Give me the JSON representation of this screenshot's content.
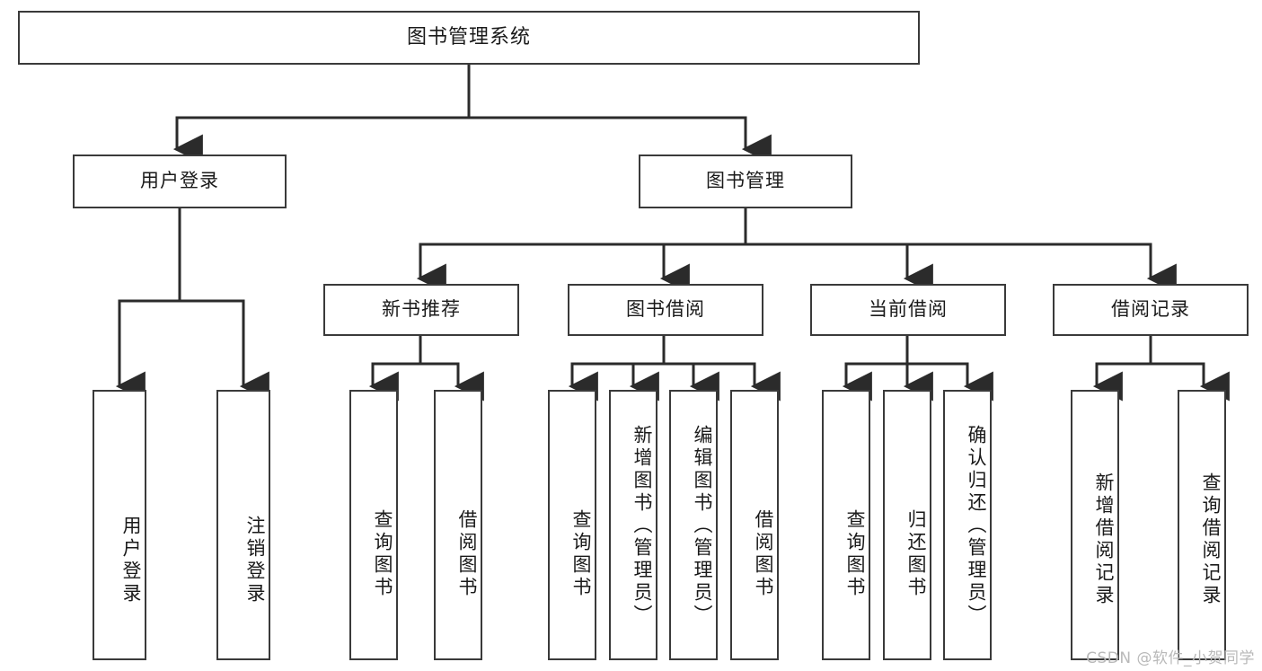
{
  "diagram": {
    "title": "图书管理系统",
    "type": "tree-hierarchy-chart",
    "colors": {
      "box_border": "#3a3a3a",
      "box_fill": "#ffffff",
      "connector": "#2b2b2b",
      "text": "#1a1a1a",
      "watermark": "#b9b9b9"
    },
    "root": {
      "label": "图书管理系统"
    },
    "level2": [
      {
        "label": "用户登录"
      },
      {
        "label": "图书管理"
      }
    ],
    "level3": [
      {
        "label": "新书推荐"
      },
      {
        "label": "图书借阅"
      },
      {
        "label": "当前借阅"
      },
      {
        "label": "借阅记录"
      }
    ],
    "leaves": {
      "user_login": [
        {
          "label": "用户登录"
        },
        {
          "label": "注销登录"
        }
      ],
      "new_book_recommend": [
        {
          "label": "查询图书"
        },
        {
          "label": "借阅图书"
        }
      ],
      "book_borrow": [
        {
          "label": "查询图书"
        },
        {
          "label": "新增图书（管理员）"
        },
        {
          "label": "编辑图书（管理员）"
        },
        {
          "label": "借阅图书"
        }
      ],
      "current_borrow": [
        {
          "label": "查询图书"
        },
        {
          "label": "归还图书"
        },
        {
          "label": "确认归还（管理员）"
        }
      ],
      "borrow_record": [
        {
          "label": "新增借阅记录"
        },
        {
          "label": "查询借阅记录"
        }
      ]
    }
  },
  "watermark": {
    "text": "CSDN @软件_小贺同学"
  }
}
